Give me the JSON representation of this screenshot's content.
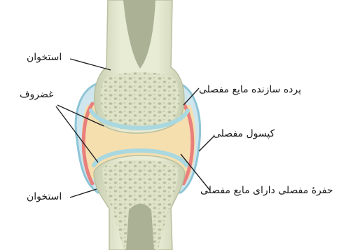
{
  "labels": {
    "bone_top": "استخوان",
    "cartilage": "غضروف",
    "synovial_membrane": "پرده سازنده مایع مفصلی",
    "joint_capsule": "کپسول مفصلی",
    "bone_bottom": "استخوان",
    "joint_cavity": "حفرهٔ مفصلی دارای مایع مفصلی"
  },
  "colors": {
    "bone_surface": "#e6ead2",
    "bone_shade": "#c9cfb1",
    "marrow": "#aab195",
    "cartilage": "#a9d8e0",
    "capsule": "#8ec5d6",
    "synovial_membrane": "#e9807c",
    "synovial_fluid": "#f6dfae",
    "leader_line": "#222222"
  }
}
